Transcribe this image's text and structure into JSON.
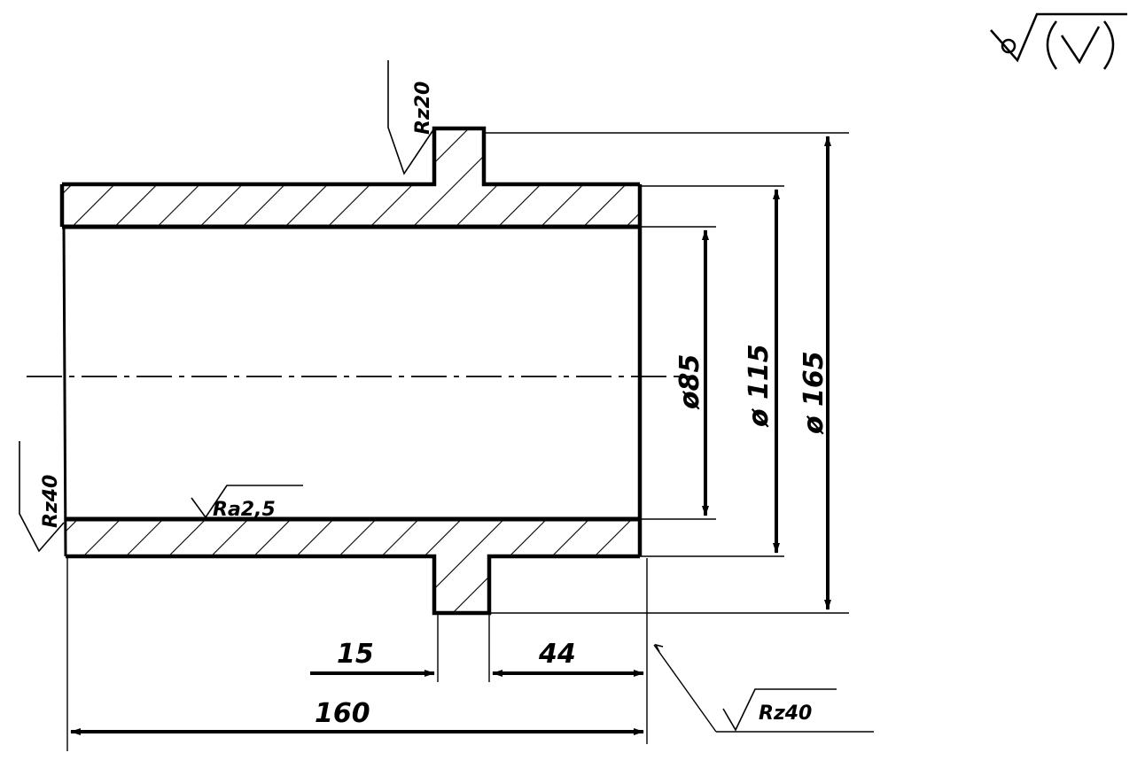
{
  "drawing": {
    "dimensions": {
      "overall_length": "160",
      "flange_width": "15",
      "flange_to_end": "44",
      "inner_diameter": "ø85",
      "outer_diameter": "ø 115",
      "flange_diameter": "ø 165"
    },
    "roughness": {
      "flange_top": "Rz20",
      "left_end": "Rz40",
      "bore": "Ra2,5",
      "right_end": "Rz40"
    }
  },
  "colors": {
    "ink": "#000000",
    "paper": "#ffffff"
  }
}
